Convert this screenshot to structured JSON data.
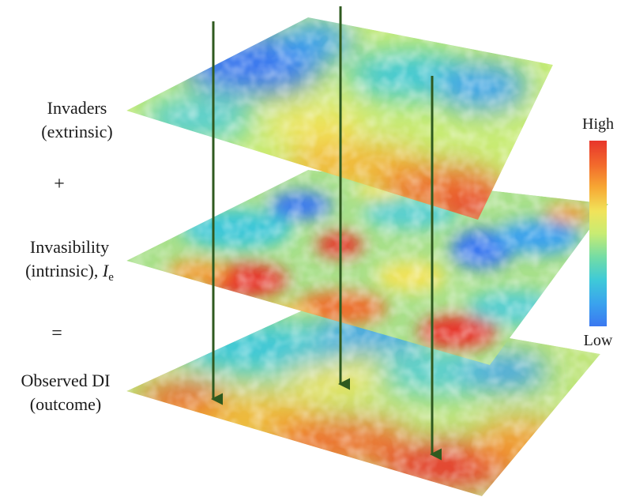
{
  "layers": [
    {
      "id": "invaders",
      "line1": "Invaders",
      "line2": "(extrinsic)"
    },
    {
      "id": "invasibility",
      "line1": "Invasibility",
      "line2_prefix": "(intrinsic), ",
      "ie_symbol": "I",
      "ie_subscript": "e"
    },
    {
      "id": "observed",
      "line1": "Observed DI",
      "line2": "(outcome)"
    }
  ],
  "operators": {
    "plus": "+",
    "equals": "="
  },
  "colorbar": {
    "high_label": "High",
    "low_label": "Low",
    "gradient": [
      "#e8352b",
      "#f26a2c",
      "#f7a733",
      "#f1e35a",
      "#c8ec73",
      "#72dca6",
      "#3ecad8",
      "#3aa2ee",
      "#3b78f0"
    ]
  },
  "arrow_color": "#2f5a1f"
}
